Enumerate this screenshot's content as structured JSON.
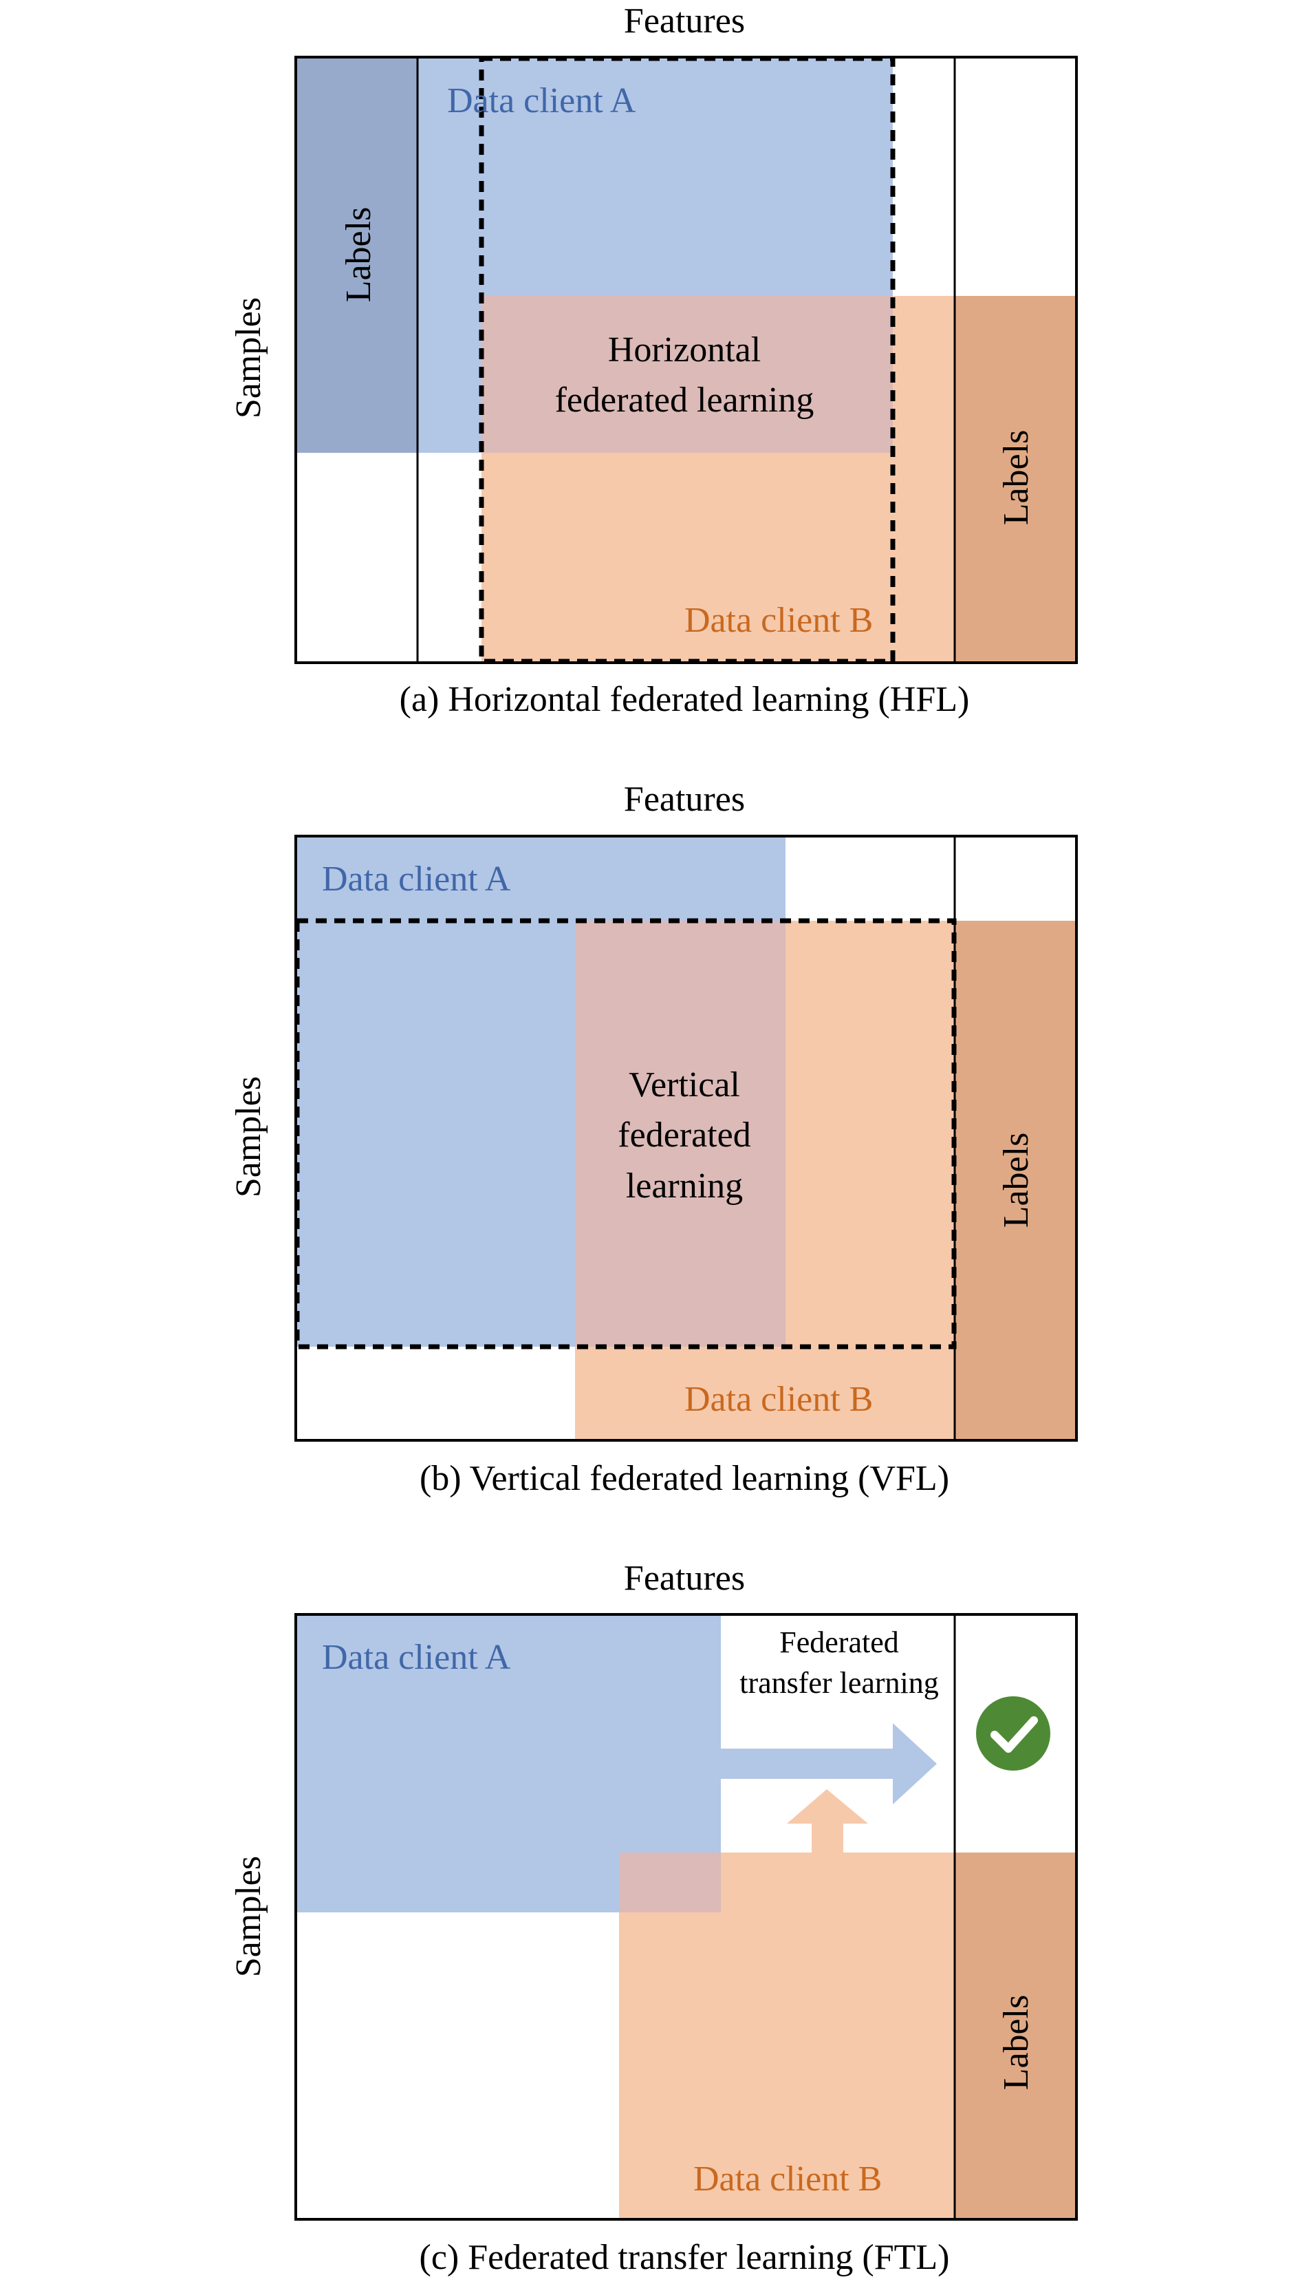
{
  "colors": {
    "client_a_fill": "#b2c6e6",
    "client_a_text": "#4167a8",
    "client_a_labels": "#97aacb",
    "client_b_fill": "#f6c9ab",
    "client_b_text": "#c8691f",
    "client_b_labels": "#e0a985",
    "overlap_fill": "#dbbab7",
    "check_green": "#4e8a35",
    "border": "#000000"
  },
  "panels": [
    {
      "id": "hfl",
      "features_label": "Features",
      "samples_label": "Samples",
      "client_a_label": "Data client A",
      "client_b_label": "Data client B",
      "labels_a": "Labels",
      "labels_b": "Labels",
      "center_lines": [
        "Horizontal",
        "federated learning"
      ],
      "caption": "(a) Horizontal federated learning (HFL)"
    },
    {
      "id": "vfl",
      "features_label": "Features",
      "samples_label": "Samples",
      "client_a_label": "Data client A",
      "client_b_label": "Data client B",
      "labels_b": "Labels",
      "center_lines": [
        "Vertical",
        "federated",
        "learning"
      ],
      "caption": "(b) Vertical federated learning (VFL)"
    },
    {
      "id": "ftl",
      "features_label": "Features",
      "samples_label": "Samples",
      "client_a_label": "Data client A",
      "client_b_label": "Data client B",
      "labels_b": "Labels",
      "transfer_lines": [
        "Federated",
        "transfer learning"
      ],
      "check_icon": "check-circle-icon",
      "caption": "(c) Federated transfer learning (FTL)"
    }
  ]
}
